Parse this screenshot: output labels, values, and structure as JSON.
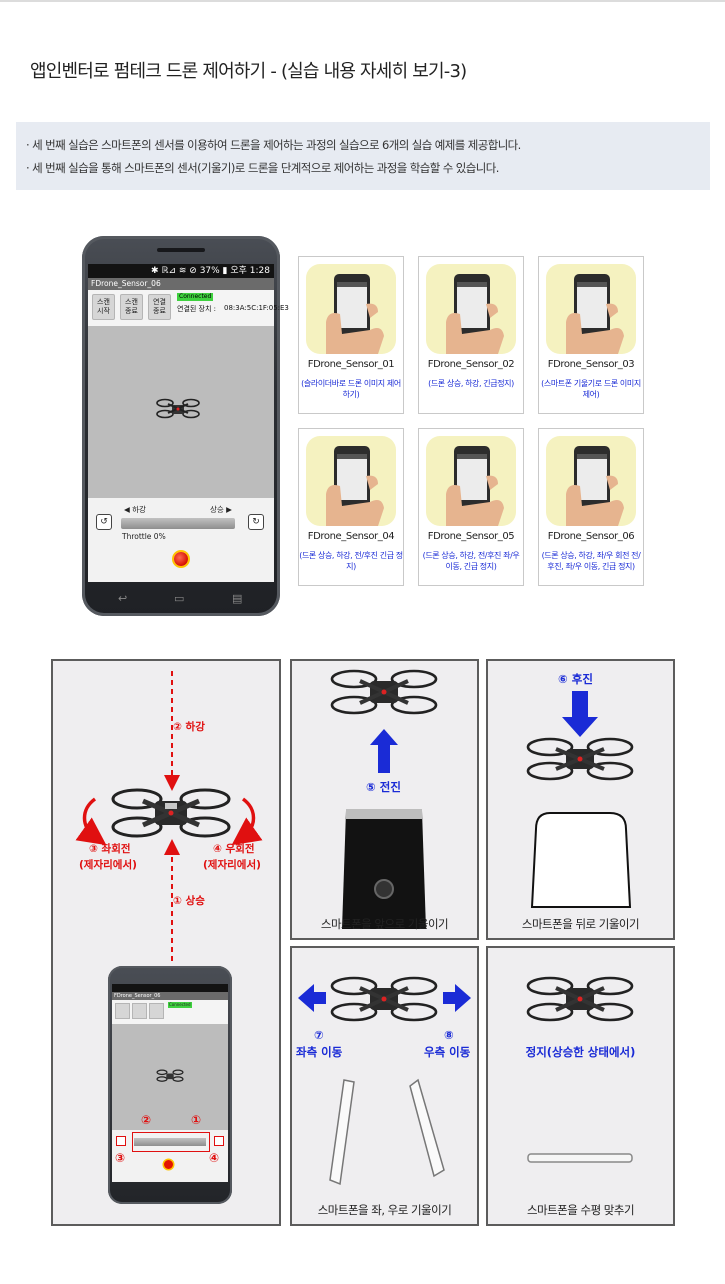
{
  "header": {
    "title": "앱인벤터로 펌테크 드론 제어하기 - (실습 내용 자세히 보기-3)"
  },
  "info": {
    "line1": "· 세 번째 실습은 스마트폰의 센서를 이용하여 드론을 제어하는 과정의 실습으로 6개의 실습 예제를 제공합니다.",
    "line2": "· 세 번째 실습을 통해 스마트폰의 센서(기울기)로 드론을 단계적으로 제어하는 과정을 학습할 수 있습니다."
  },
  "phone_app": {
    "status": "✱ ℝ⊿ ≋ ⊘ 37% ▮ 오후 1:28",
    "app_title": "FDrone_Sensor_06",
    "btn_scan_start": [
      "스캔",
      "시작"
    ],
    "btn_scan_stop": [
      "스캔",
      "종료"
    ],
    "btn_conn_stop": [
      "연결",
      "종료"
    ],
    "connected": "Connected",
    "conn_label": "연결된 장치 :",
    "conn_addr": "08:3A:5C:1F:05:E3",
    "down": "◀ 하강",
    "up": "상승 ▶",
    "throttle": "Throttle 0%",
    "nav_back": "↩",
    "nav_home": "▭",
    "nav_menu": "▤"
  },
  "sensors": [
    {
      "name": "FDrone_Sensor_01",
      "desc": "(슬라이더바로 드론 이미지 제어하기)"
    },
    {
      "name": "FDrone_Sensor_02",
      "desc": "(드론 상승, 하강, 긴급정지)"
    },
    {
      "name": "FDrone_Sensor_03",
      "desc": "(스마트폰 기울기로 드론 이미지 제어)"
    },
    {
      "name": "FDrone_Sensor_04",
      "desc": "(드론 상승, 하강, 전/후진 긴급 정지)"
    },
    {
      "name": "FDrone_Sensor_05",
      "desc": "(드론 상승, 하강, 전/후진 좌/우 이동, 긴급 정지)"
    },
    {
      "name": "FDrone_Sensor_06",
      "desc": "(드론 상승, 하강, 좌/우 회전 전/후진, 좌/우 이동, 긴급 정지)"
    }
  ],
  "diagram": {
    "down": "② 하강",
    "up": "① 상승",
    "left_rot": "③ 좌회전",
    "right_rot": "④ 우회전",
    "in_place": "(제자리에서)",
    "num1": "①",
    "num2": "②",
    "num3": "③",
    "num4": "④"
  },
  "panels": {
    "forward_label": "⑤ 전진",
    "forward_caption": "스마트폰을 앞으로 기울이기",
    "back_label": "⑥ 후진",
    "back_caption": "스마트폰을 뒤로 기울이기",
    "left_num": "⑦",
    "left_label": "좌측 이동",
    "right_num": "⑧",
    "right_label": "우측 이동",
    "lr_caption": "스마트폰을 좌, 우로 기울이기",
    "stop_label": "정지(상승한 상태에서)",
    "stop_caption": "스마트폰을 수평 맞추기"
  },
  "colors": {
    "red": "#e01010",
    "blue": "#1a2bd6",
    "connected_green": "#3fd13f"
  }
}
